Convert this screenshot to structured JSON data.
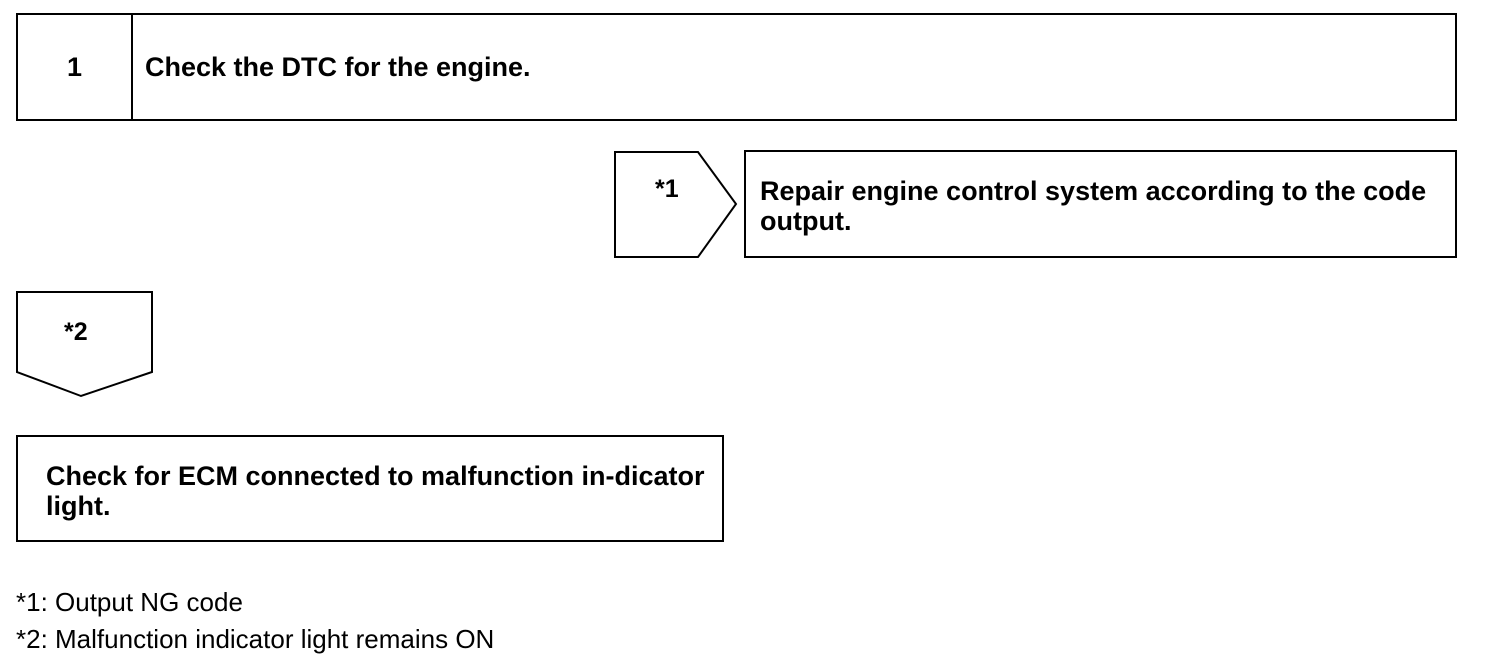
{
  "step1": {
    "number": "1",
    "title": "Check the DTC for the engine."
  },
  "branch_right": {
    "marker": "*1",
    "action": "Repair engine control system according to the code output."
  },
  "branch_down": {
    "marker": "*2"
  },
  "step2": {
    "text": "Check for ECM connected to malfunction in-dicator light."
  },
  "legend": {
    "note1": "*1: Output NG code",
    "note2": "*2: Malfunction indicator light remains ON"
  }
}
